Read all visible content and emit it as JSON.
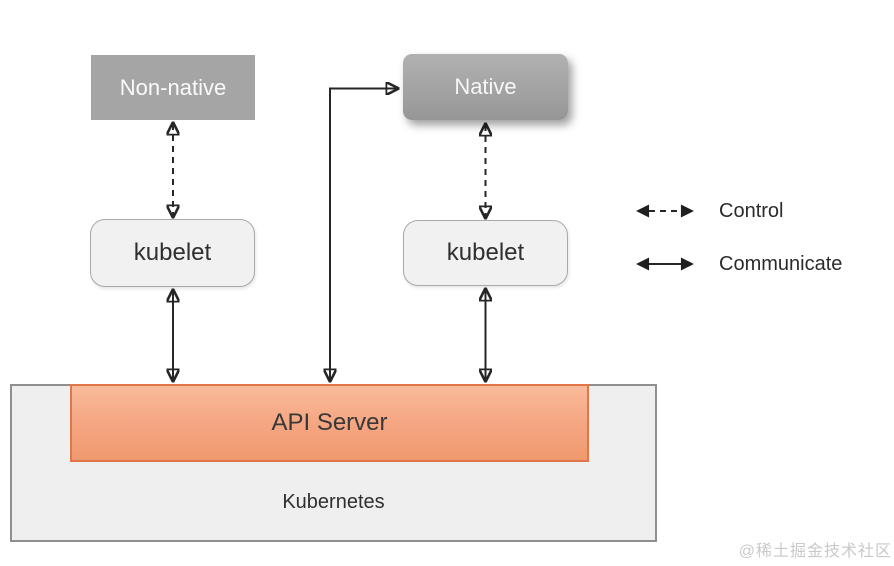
{
  "diagram": {
    "nodes": {
      "non_native": {
        "label": "Non-native"
      },
      "native": {
        "label": "Native"
      },
      "kubelet_left": {
        "label": "kubelet"
      },
      "kubelet_right": {
        "label": "kubelet"
      },
      "api_server": {
        "label": "API Server"
      },
      "kubernetes": {
        "label": "Kubernetes"
      }
    },
    "edges": [
      {
        "from": "non_native",
        "to": "kubelet_left",
        "type": "control",
        "style": "dashed",
        "bidirectional": true
      },
      {
        "from": "native",
        "to": "kubelet_right",
        "type": "control",
        "style": "dashed",
        "bidirectional": true
      },
      {
        "from": "kubelet_left",
        "to": "api_server",
        "type": "communicate",
        "style": "solid",
        "bidirectional": true
      },
      {
        "from": "kubelet_right",
        "to": "api_server",
        "type": "communicate",
        "style": "solid",
        "bidirectional": true
      },
      {
        "from": "api_server",
        "to": "native",
        "type": "communicate",
        "style": "solid",
        "bidirectional": true,
        "routing": "elbow"
      }
    ],
    "legend": [
      {
        "label": "Control",
        "line_style": "dashed",
        "arrow": "double-headed"
      },
      {
        "label": "Communicate",
        "line_style": "solid",
        "arrow": "double-headed"
      }
    ],
    "colors": {
      "node_gray": "#a5a5a5",
      "kubelet_fill": "#f1f1f1",
      "kubelet_border": "#a9a9a9",
      "api_server_fill": "#f5a783",
      "api_server_border": "#e0764a",
      "kubernetes_fill": "#efefef",
      "kubernetes_border": "#8f8f8f",
      "arrow": "#262626",
      "label_dark": "#2f2f2f",
      "label_light": "#fafafa",
      "watermark": "#c9c9c9"
    },
    "watermark": "@稀土掘金技术社区"
  }
}
